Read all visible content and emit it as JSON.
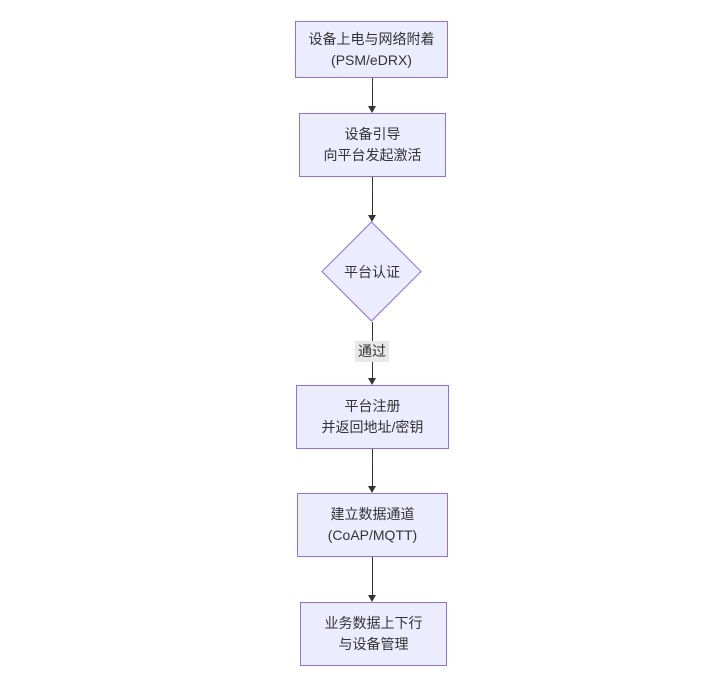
{
  "flow": {
    "nodes": {
      "power": {
        "line1": "设备上电与网络附着",
        "line2": "(PSM/eDRX)"
      },
      "bootstrap": {
        "line1": "设备引导",
        "line2": "向平台发起激活"
      },
      "auth": {
        "label": "平台认证"
      },
      "register": {
        "line1": "平台注册",
        "line2": "并返回地址/密钥"
      },
      "channel": {
        "line1": "建立数据通道",
        "line2": "(CoAP/MQTT)"
      },
      "business": {
        "line1": "业务数据上下行",
        "line2": "与设备管理"
      }
    },
    "edge_labels": {
      "auth_to_register": "通过"
    },
    "colors": {
      "background": "#ffffff",
      "node_fill": "#ECECFF",
      "node_border": "#9370DB",
      "edge_line": "#333333",
      "text": "#333333",
      "edge_label_bg": "#e8e8e8"
    }
  }
}
